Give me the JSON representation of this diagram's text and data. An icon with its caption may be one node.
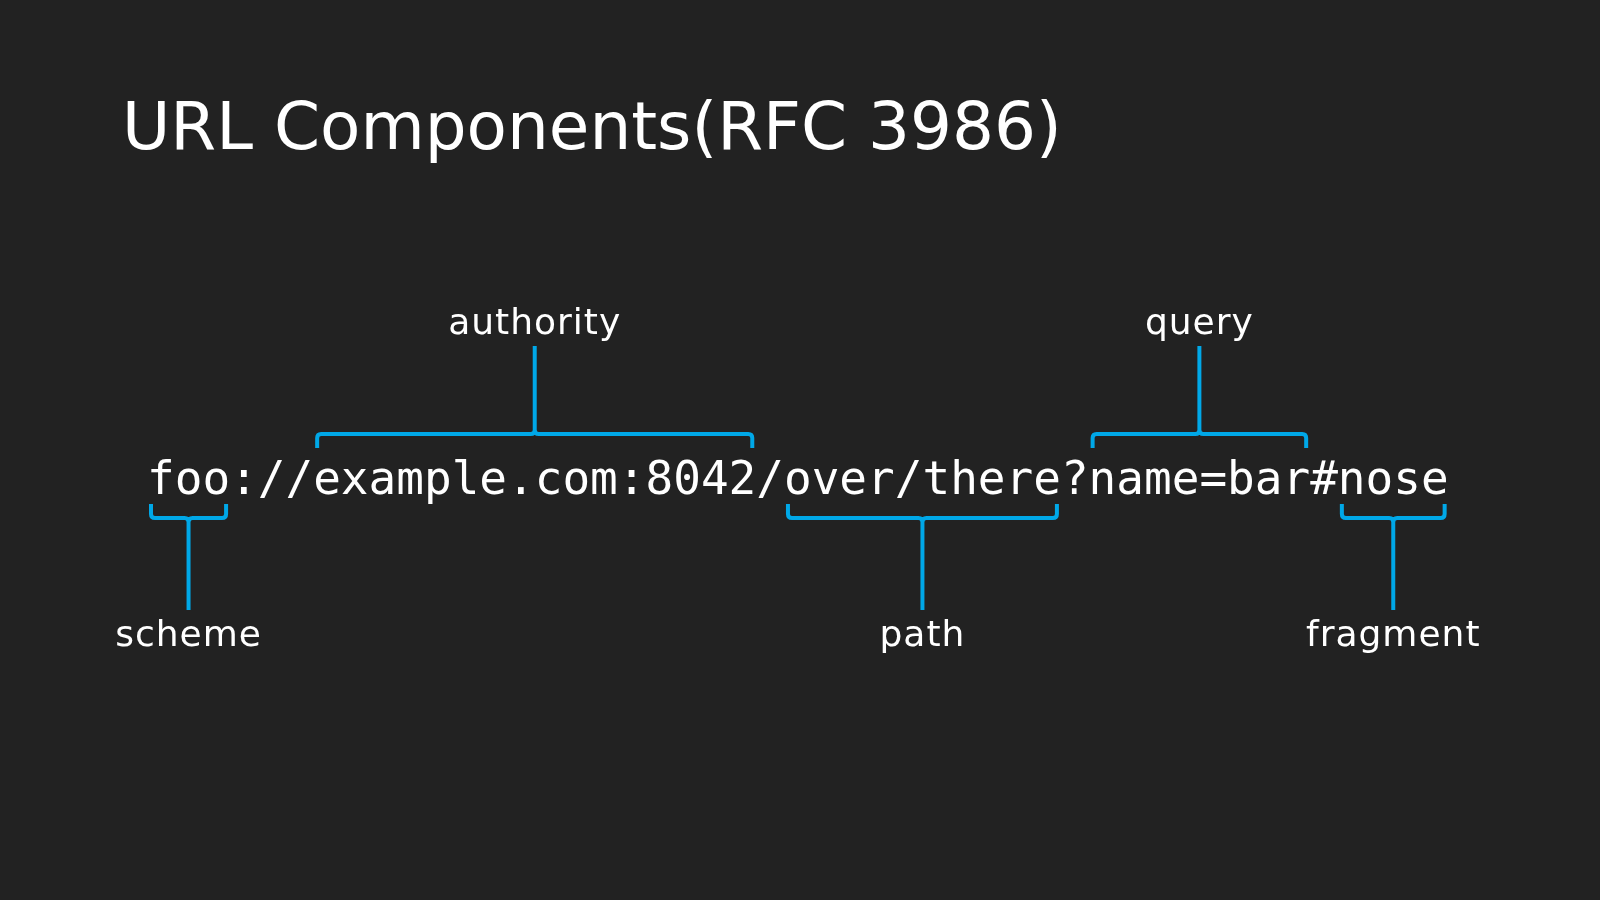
{
  "diagram": {
    "title": "URL Components(RFC 3986)",
    "nodes": [
      {
        "text": [
          "authority"
        ]
      },
      {
        "text": [
          "query"
        ]
      },
      {
        "text": [
          "scheme"
        ]
      },
      {
        "text": [
          "path"
        ]
      },
      {
        "text": [
          "fragment"
        ]
      }
    ],
    "edges": [
      {
        "from": 0,
        "to": null,
        "arrow": "none"
      },
      {
        "from": 1,
        "to": null,
        "arrow": "none"
      },
      {
        "from": 2,
        "to": null,
        "arrow": "none"
      },
      {
        "from": 3,
        "to": null,
        "arrow": "none"
      },
      {
        "from": 4,
        "to": null,
        "arrow": "none"
      }
    ],
    "labels": [
      "foo://example.com:8042/over/there?name=bar#nose"
    ]
  }
}
